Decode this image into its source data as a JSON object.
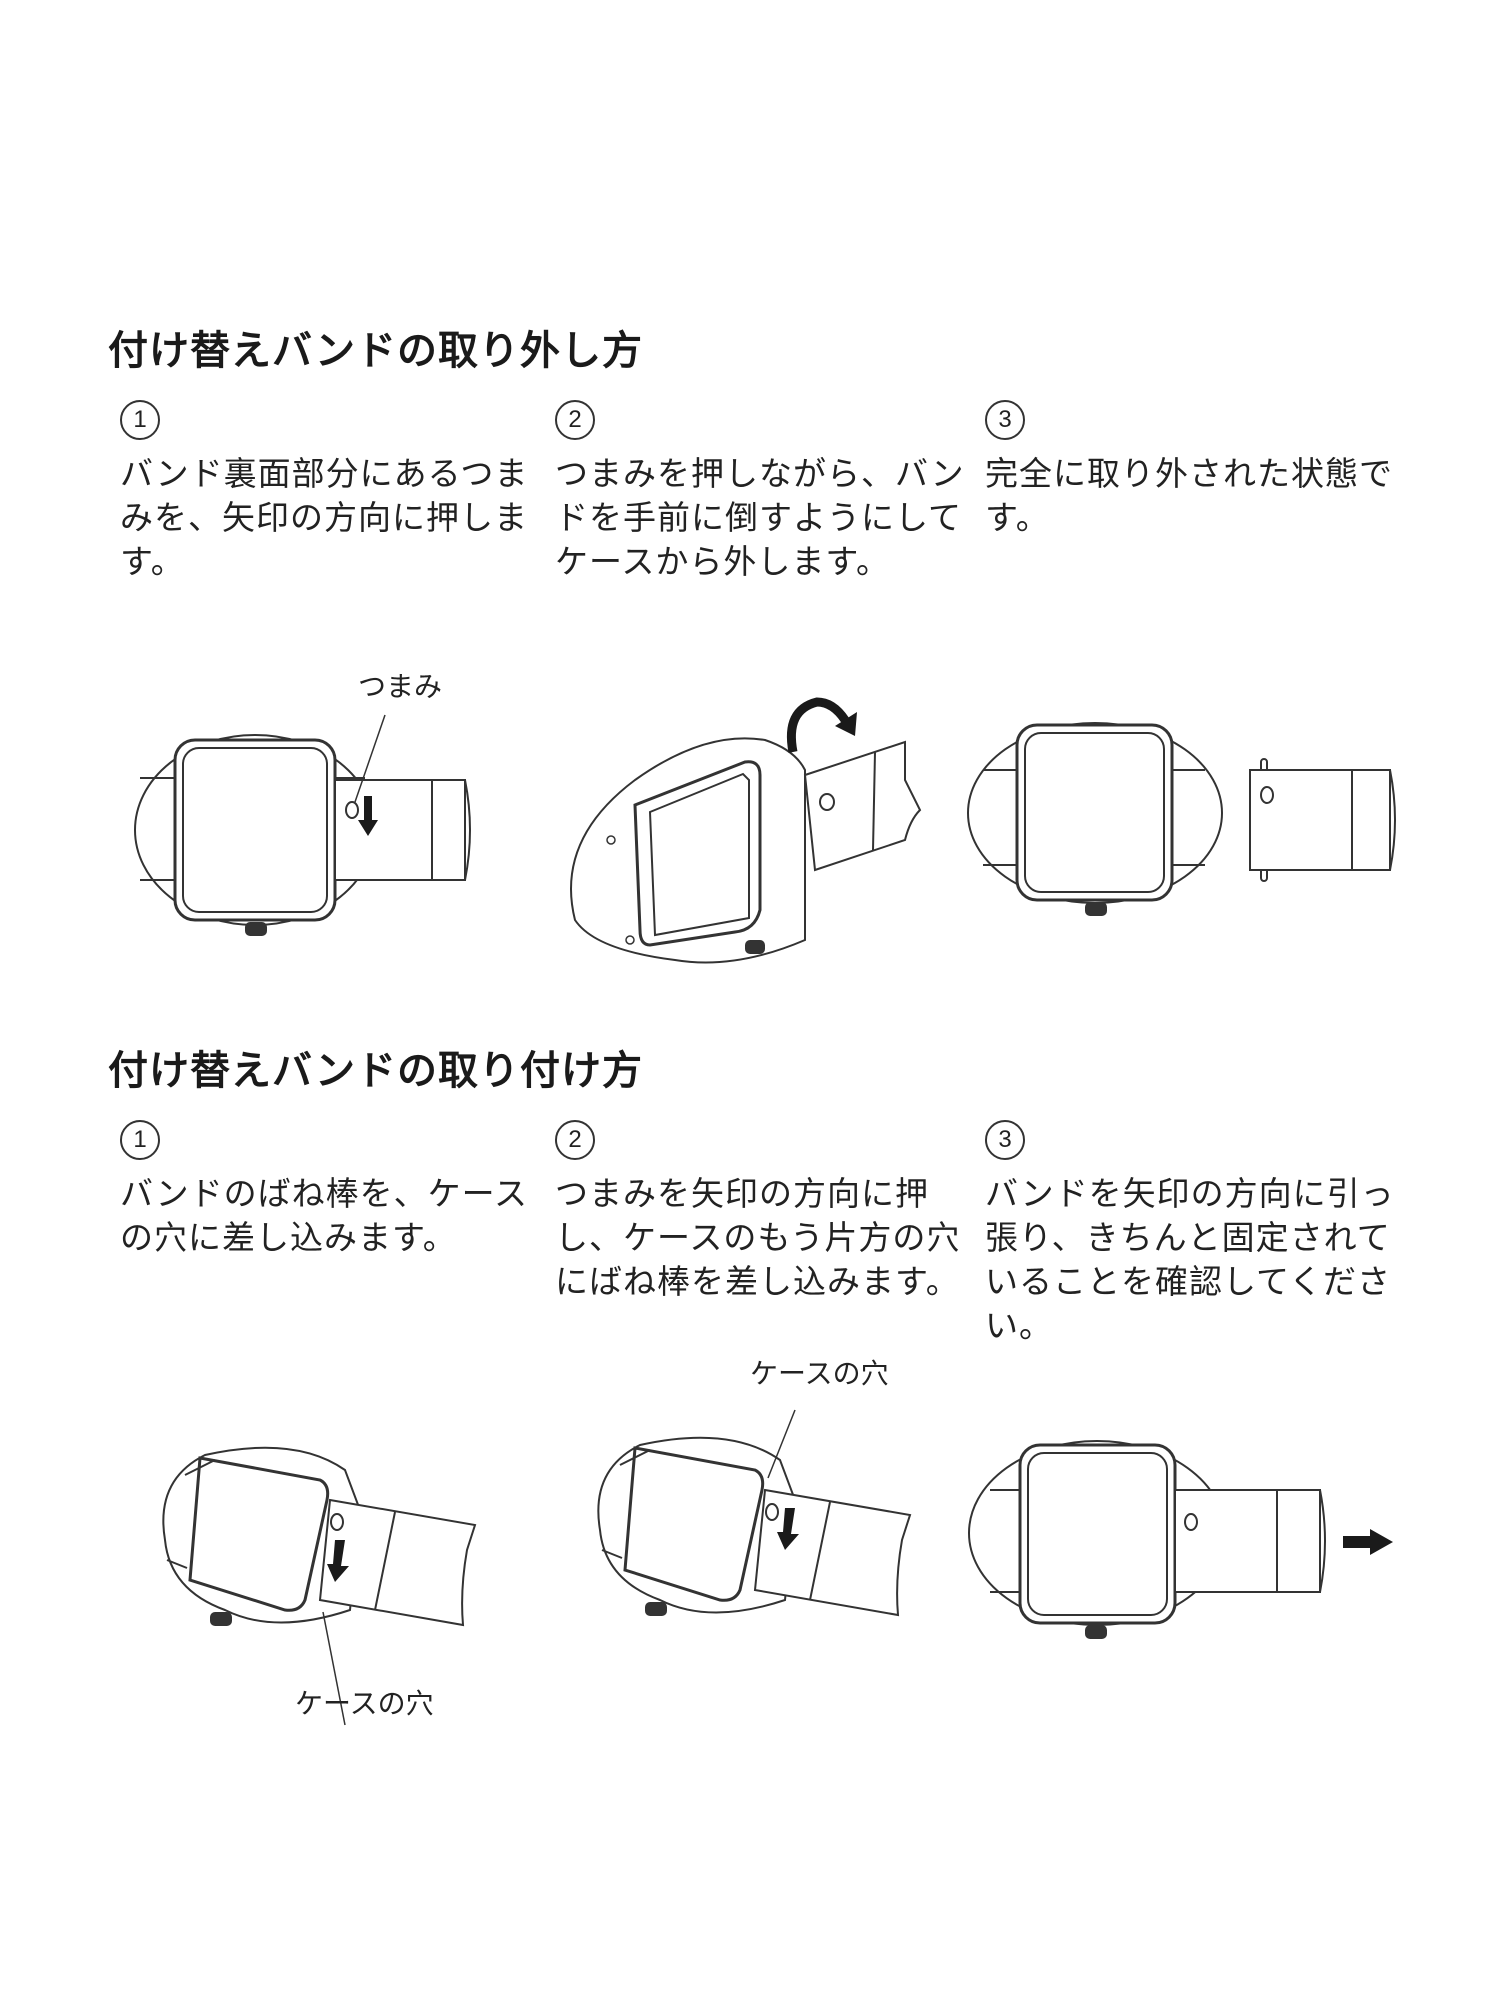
{
  "removal": {
    "title": "付け替えバンドの取り外し方",
    "steps": [
      {
        "number": "1",
        "text": "バンド裏面部分にあるつまみを、矢印の方向に押します。"
      },
      {
        "number": "2",
        "text": "つまみを押しながら、バンドを手前に倒すようにしてケースから外します。"
      },
      {
        "number": "3",
        "text": "完全に取り外された状態です。"
      }
    ],
    "figures": {
      "knob_label": "つまみ"
    }
  },
  "attachment": {
    "title": "付け替えバンドの取り付け方",
    "steps": [
      {
        "number": "1",
        "text": "バンドのばね棒を、ケースの穴に差し込みます。"
      },
      {
        "number": "2",
        "text": "つまみを矢印の方向に押し、ケースのもう片方の穴にばね棒を差し込みます。"
      },
      {
        "number": "3",
        "text": "バンドを矢印の方向に引っ張り、きちんと固定されていることを確認してください。"
      }
    ],
    "figures": {
      "case_hole_label_1": "ケースの穴",
      "case_hole_label_2": "ケースの穴"
    }
  },
  "colors": {
    "line": "#333333",
    "arrow": "#1a1a1a",
    "background": "#ffffff"
  }
}
